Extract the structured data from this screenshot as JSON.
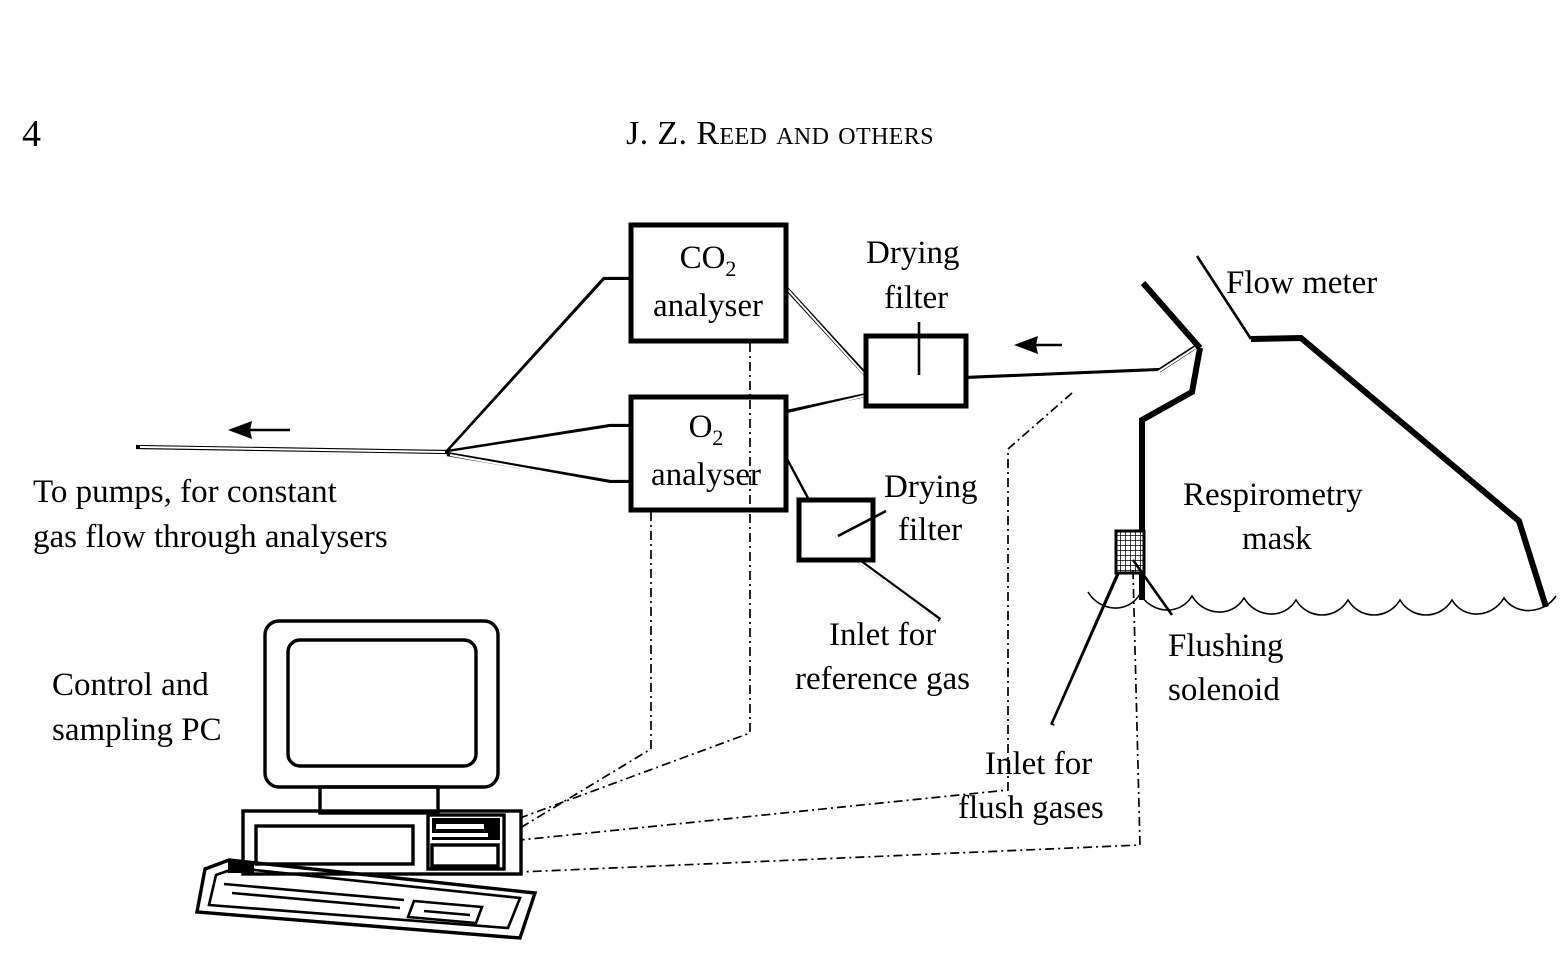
{
  "page": {
    "number": "4",
    "running_head_first": "J. Z. ",
    "running_head_smallcaps": "Reed and others"
  },
  "diagram": {
    "type": "apparatus-schematic",
    "description": "Respirometry gas-analysis apparatus flow schematic",
    "boxes": [
      {
        "id": "co2",
        "label_line1": "CO",
        "label_sub1": "2",
        "label_line2": "analyser"
      },
      {
        "id": "o2",
        "label_line1": "O",
        "label_sub1": "2",
        "label_line2": "analyser"
      }
    ],
    "labels": {
      "drying_filter_top_line1": "Drying",
      "drying_filter_top_line2": "filter",
      "drying_filter_bottom_line1": "Drying",
      "drying_filter_bottom_line2": "filter",
      "flow_meter": "Flow meter",
      "respirometry_mask_line1": "Respirometry",
      "respirometry_mask_line2": "mask",
      "flushing_solenoid_line1": "Flushing",
      "flushing_solenoid_line2": "solenoid",
      "inlet_reference_line1": "Inlet for",
      "inlet_reference_line2": "reference gas",
      "inlet_flush_line1": "Inlet for",
      "inlet_flush_line2": "flush gases",
      "to_pumps_line1": "To pumps, for constant",
      "to_pumps_line2": "gas flow through analysers",
      "control_pc_line1": "Control and",
      "control_pc_line2": "sampling PC"
    },
    "flow_arrows": [
      {
        "id": "arrow-to-pumps",
        "direction": "left"
      },
      {
        "id": "arrow-from-mask",
        "direction": "left"
      }
    ],
    "colors": {
      "ink": "#000000",
      "paper": "#ffffff"
    }
  }
}
